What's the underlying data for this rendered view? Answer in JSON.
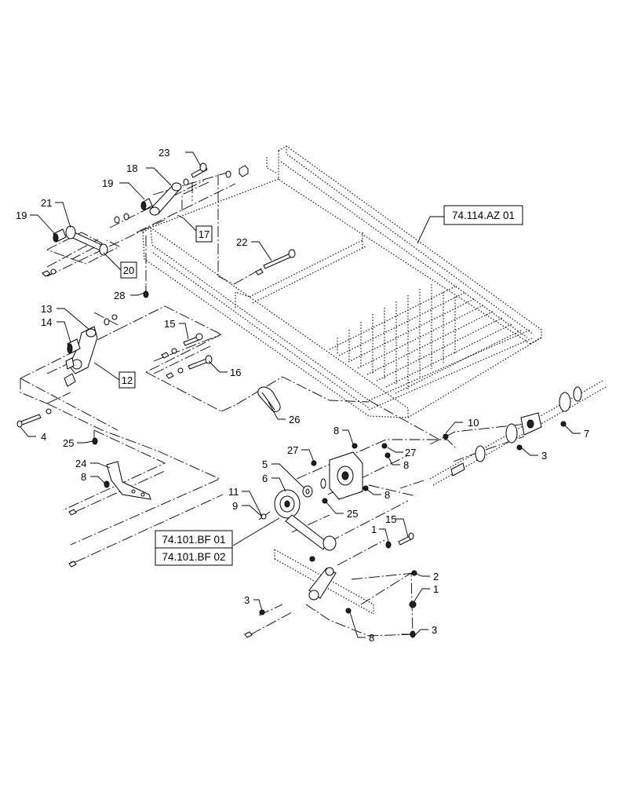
{
  "reference_boxes": [
    {
      "id": "ref-74-114-az-01",
      "label": "74.114.AZ 01"
    },
    {
      "id": "ref-74-101-bf-01",
      "label": "74.101.BF 01"
    },
    {
      "id": "ref-74-101-bf-02",
      "label": "74.101.BF 02"
    }
  ],
  "boxed_callouts": [
    {
      "id": "item-17-box",
      "label": "17"
    },
    {
      "id": "item-20-box",
      "label": "20"
    },
    {
      "id": "item-12-box",
      "label": "12"
    }
  ],
  "callouts": [
    {
      "id": "c23",
      "label": "23"
    },
    {
      "id": "c18",
      "label": "18"
    },
    {
      "id": "c19a",
      "label": "19"
    },
    {
      "id": "c21",
      "label": "21"
    },
    {
      "id": "c19b",
      "label": "19"
    },
    {
      "id": "c22",
      "label": "22"
    },
    {
      "id": "c28",
      "label": "28"
    },
    {
      "id": "c13",
      "label": "13"
    },
    {
      "id": "c14",
      "label": "14"
    },
    {
      "id": "c15a",
      "label": "15"
    },
    {
      "id": "c16",
      "label": "16"
    },
    {
      "id": "c26",
      "label": "26"
    },
    {
      "id": "c4",
      "label": "4"
    },
    {
      "id": "c25a",
      "label": "25"
    },
    {
      "id": "c24",
      "label": "24"
    },
    {
      "id": "c8a",
      "label": "8"
    },
    {
      "id": "c8b",
      "label": "8"
    },
    {
      "id": "c27a",
      "label": "27"
    },
    {
      "id": "c27b",
      "label": "27"
    },
    {
      "id": "c8c",
      "label": "8"
    },
    {
      "id": "c10",
      "label": "10"
    },
    {
      "id": "c7",
      "label": "7"
    },
    {
      "id": "c3a",
      "label": "3"
    },
    {
      "id": "c5",
      "label": "5"
    },
    {
      "id": "c6",
      "label": "6"
    },
    {
      "id": "c8d",
      "label": "8"
    },
    {
      "id": "c25b",
      "label": "25"
    },
    {
      "id": "c11",
      "label": "11"
    },
    {
      "id": "c9",
      "label": "9"
    },
    {
      "id": "c1a",
      "label": "1"
    },
    {
      "id": "c15b",
      "label": "15"
    },
    {
      "id": "c2",
      "label": "2"
    },
    {
      "id": "c1b",
      "label": "1"
    },
    {
      "id": "c3b",
      "label": "3"
    },
    {
      "id": "c8e",
      "label": "8"
    },
    {
      "id": "c3c",
      "label": "3"
    }
  ]
}
